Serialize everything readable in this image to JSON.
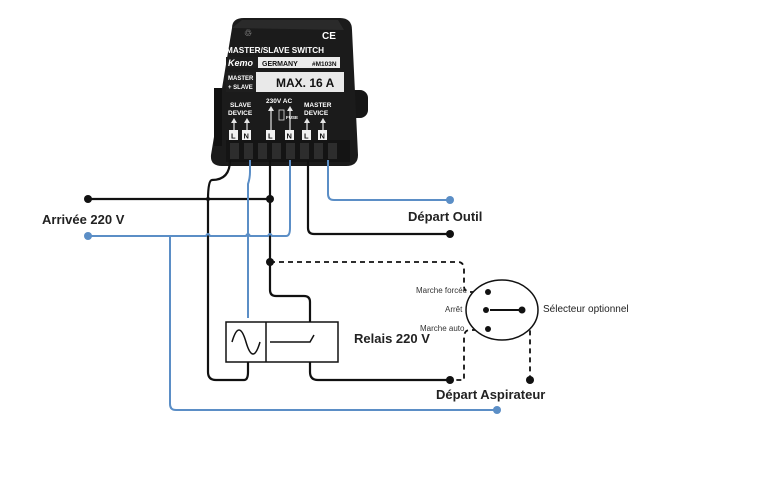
{
  "device": {
    "title": "MASTER/SLAVE SWITCH",
    "brand": "Kemo",
    "country": "GERMANY",
    "model": "#M103N",
    "mode_line1": "MASTER",
    "mode_line2": "+ SLAVE",
    "rating": "MAX. 16 A",
    "slave_label1": "SLAVE",
    "slave_label2": "DEVICE",
    "master_label1": "MASTER",
    "master_label2": "DEVICE",
    "supply_label": "230V AC",
    "fuse_label": "FUSE",
    "terminal_L": "L",
    "terminal_N": "N",
    "ce_mark": "CE"
  },
  "labels": {
    "supply": "Arrivée 220 V",
    "tool_out": "Départ Outil",
    "relay": "Relais 220 V",
    "vacuum_out": "Départ Aspirateur",
    "selector": "Sélecteur optionnel",
    "forced": "Marche forcée",
    "off": "Arrêt",
    "auto": "Marche auto"
  },
  "colors": {
    "phase_wire": "#111111",
    "neutral_wire": "#5b8ec6",
    "device_body": "#1b1b1b"
  }
}
